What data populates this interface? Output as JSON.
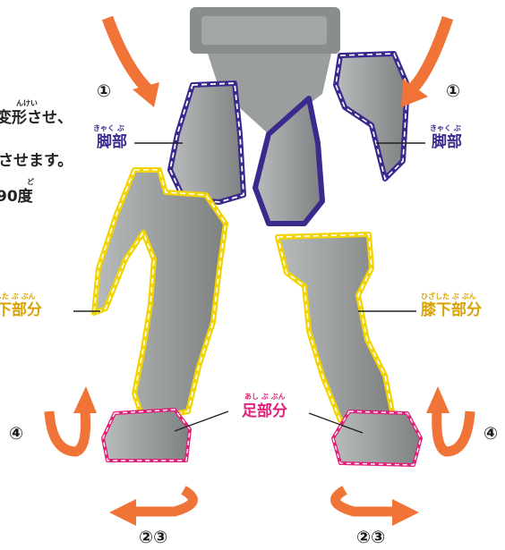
{
  "instructions": {
    "line1": "変形させ、",
    "line1_ruby": "んけい",
    "line2": "させます。",
    "line3": "90度",
    "line3_ruby": "ど"
  },
  "labels": {
    "leg_left": {
      "text": "脚部",
      "ruby": "きゃく ぶ"
    },
    "leg_right": {
      "text": "脚部",
      "ruby": "きゃく ぶ"
    },
    "lower_left": {
      "text": "下部分",
      "ruby": "した ぶ ぶん"
    },
    "lower_right": {
      "text": "膝下部分",
      "ruby": "ひざした ぶ ぶん"
    },
    "foot": {
      "text": "足部分",
      "ruby": "あし ぶ ぶん"
    }
  },
  "steps": {
    "step1_left": "①",
    "step1_right": "①",
    "step4_left": "④",
    "step4_right": "④",
    "step23_left": "②③",
    "step23_right": "②③"
  },
  "colors": {
    "leg_outline": "#3a2a8e",
    "lower_outline": "#f2d400",
    "foot_outline": "#e0207a",
    "arrow": "#f07438",
    "robot_gray": "#9a9d9d"
  }
}
